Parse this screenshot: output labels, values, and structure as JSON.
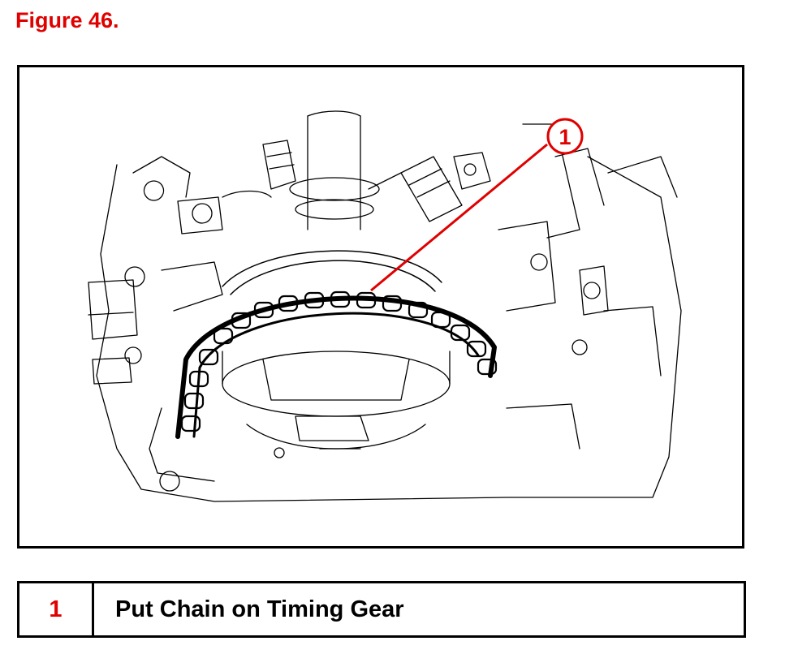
{
  "figure": {
    "title": "Figure 46."
  },
  "callout": {
    "number": "1",
    "color": "#e00000"
  },
  "legend": [
    {
      "number": "1",
      "text": "Put Chain on Timing Gear"
    }
  ]
}
